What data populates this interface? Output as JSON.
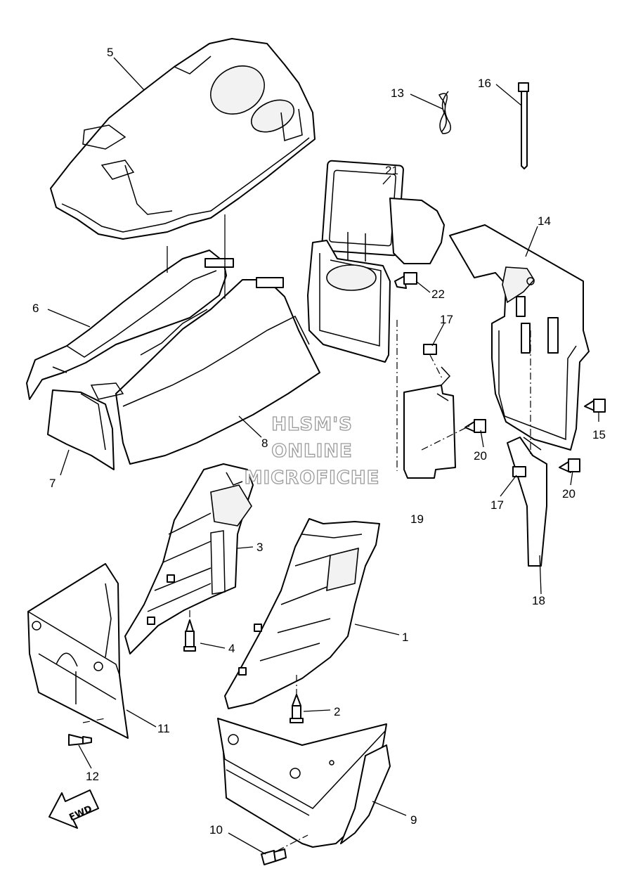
{
  "callouts": {
    "c1": "1",
    "c2": "2",
    "c3": "3",
    "c4": "4",
    "c5": "5",
    "c6": "6",
    "c7": "7",
    "c8": "8",
    "c9": "9",
    "c10": "10",
    "c11": "11",
    "c12": "12",
    "c13": "13",
    "c14": "14",
    "c15": "15",
    "c16": "16",
    "c17a": "17",
    "c17b": "17",
    "c18": "18",
    "c19": "19",
    "c20a": "20",
    "c20b": "20",
    "c21": "21",
    "c22": "22"
  },
  "watermark": {
    "line1": "HLSM'S",
    "line2": "ONLINE",
    "line3": "MICROFICHE"
  },
  "forward_arrow": {
    "label": "FWD"
  }
}
